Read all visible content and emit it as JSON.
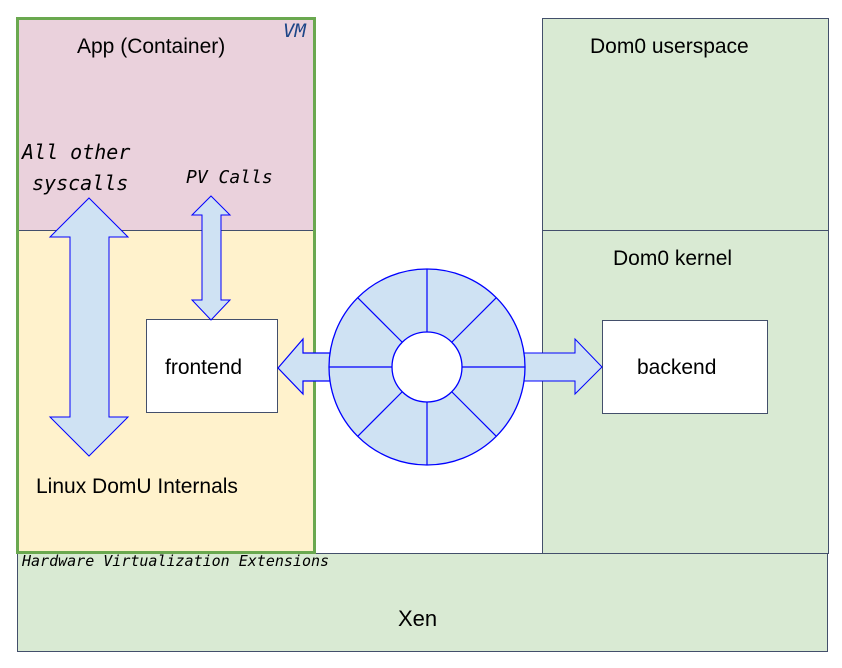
{
  "diagram": {
    "vm": {
      "tag": "VM",
      "app_label": "App (Container)",
      "kernel_label": "Linux DomU Internals",
      "all_syscalls_line1": "All other",
      "all_syscalls_line2": "syscalls",
      "pv_calls_label": "PV Calls",
      "frontend_label": "frontend"
    },
    "dom0": {
      "userspace_label": "Dom0 userspace",
      "kernel_label": "Dom0 kernel",
      "backend_label": "backend"
    },
    "hypervisor": {
      "hw_ext_label": "Hardware Virtualization Extensions",
      "xen_label": "Xen"
    },
    "ring": {
      "segments": 8
    },
    "colors": {
      "app_bg": "#ead1dc",
      "kernel_bg": "#fff2cc",
      "dom0_bg": "#d9ead3",
      "vm_border": "#6aa84f",
      "arrow_fill": "#cfe2f3",
      "arrow_stroke": "#0000ff",
      "box_border": "#434f6b"
    }
  }
}
